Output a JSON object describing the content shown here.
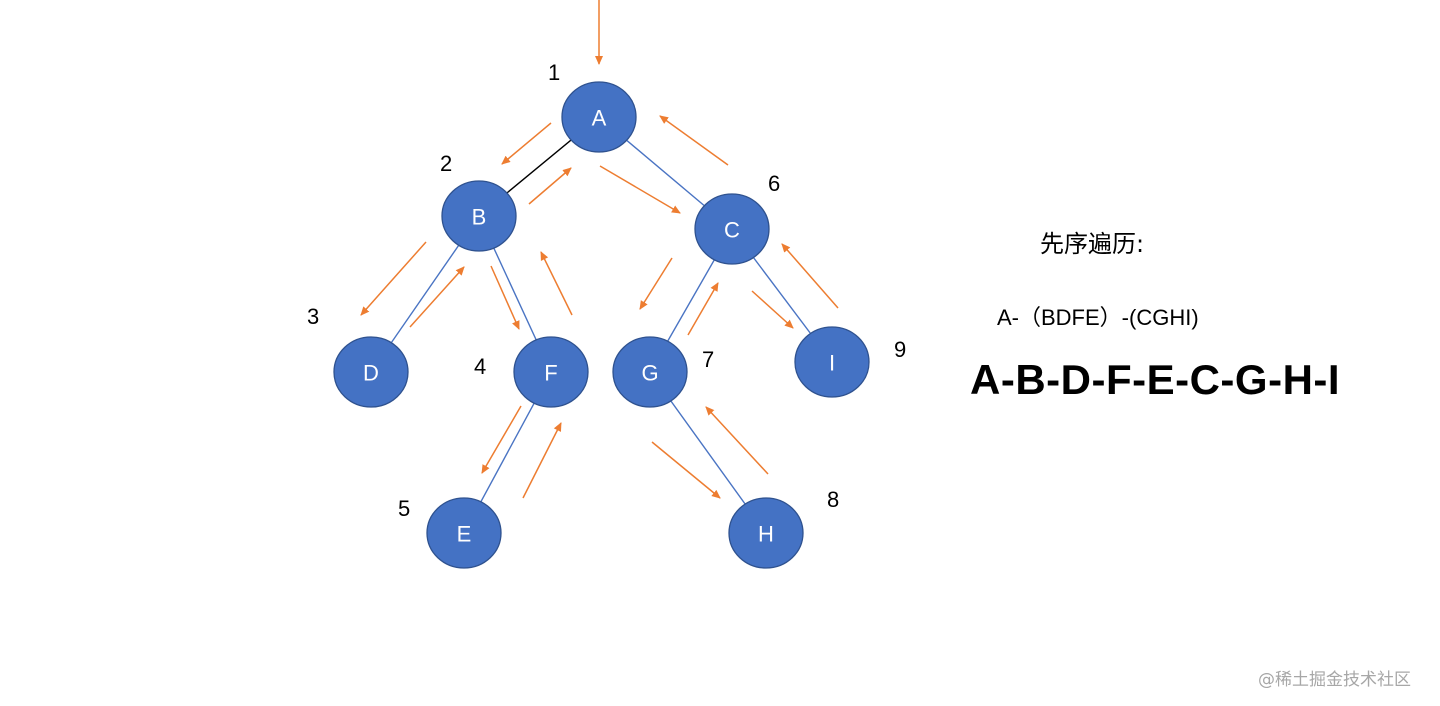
{
  "colors": {
    "node_fill": "#4472c4",
    "node_text": "#ffffff",
    "blue_edge": "#4a74c3",
    "black_edge": "#000000",
    "arrow": "#ed7d31",
    "watermark": "#a7a7a7"
  },
  "nodes": [
    {
      "id": "A",
      "label": "A",
      "order": "1"
    },
    {
      "id": "B",
      "label": "B",
      "order": "2"
    },
    {
      "id": "D",
      "label": "D",
      "order": "3"
    },
    {
      "id": "F",
      "label": "F",
      "order": "4"
    },
    {
      "id": "E",
      "label": "E",
      "order": "5"
    },
    {
      "id": "C",
      "label": "C",
      "order": "6"
    },
    {
      "id": "G",
      "label": "G",
      "order": "7"
    },
    {
      "id": "H",
      "label": "H",
      "order": "8"
    },
    {
      "id": "I",
      "label": "I",
      "order": "9"
    }
  ],
  "edges": [
    {
      "from": "A",
      "to": "B",
      "color": "black"
    },
    {
      "from": "A",
      "to": "C",
      "color": "blue"
    },
    {
      "from": "B",
      "to": "D",
      "color": "blue"
    },
    {
      "from": "B",
      "to": "F",
      "color": "blue"
    },
    {
      "from": "F",
      "to": "E",
      "color": "blue"
    },
    {
      "from": "C",
      "to": "G",
      "color": "blue"
    },
    {
      "from": "C",
      "to": "I",
      "color": "blue"
    },
    {
      "from": "G",
      "to": "H",
      "color": "blue"
    }
  ],
  "traversal": {
    "title": "先序遍历:",
    "grouping": "A-（BDFE）-(CGHI)",
    "sequence": "A-B-D-F-E-C-G-H-I"
  },
  "watermark": "@稀土掘金技术社区"
}
